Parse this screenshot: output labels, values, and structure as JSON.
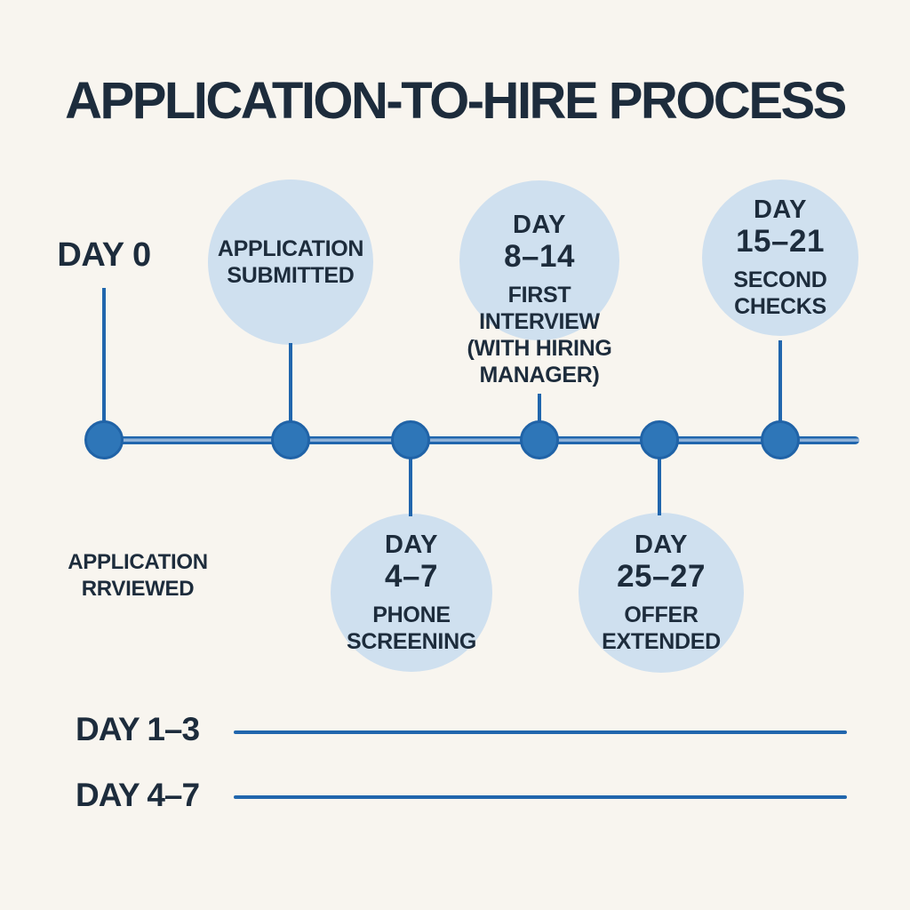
{
  "title": "APPLICATION-TO-HIRE PROCESS",
  "colors": {
    "background": "#f8f5ef",
    "ink": "#1d2c3c",
    "bubble_fill": "#cfe0ef",
    "accent_blue": "#2e76b8",
    "line_blue": "#2166ad"
  },
  "timeline": {
    "day0": {
      "label": "DAY 0"
    },
    "application_reviewed": {
      "lines": [
        "APPLICATION",
        "RRVIEWED"
      ]
    },
    "bubbles": [
      {
        "id": "application-submitted",
        "lines": [
          "APPLICATION",
          "SUBMITTED"
        ]
      },
      {
        "id": "phone-screening",
        "day_word": "DAY",
        "day_range": "4–7",
        "lines": [
          "PHONE",
          "SCREENING"
        ]
      },
      {
        "id": "first-interview",
        "day_word": "DAY",
        "day_range": "8–14",
        "lines": [
          "FIRST",
          "INTERVIEW",
          "(WITH HIRING",
          "MANAGER)"
        ]
      },
      {
        "id": "offer-extended",
        "day_word": "DAY",
        "day_range": "25–27",
        "lines": [
          "OFFER",
          "EXTENDED"
        ]
      },
      {
        "id": "second-checks",
        "day_word": "DAY",
        "day_range": "15–21",
        "lines": [
          "SECOND",
          "CHECKS"
        ]
      }
    ]
  },
  "legend": [
    {
      "label": "DAY 1–3"
    },
    {
      "label": "DAY 4–7"
    }
  ]
}
